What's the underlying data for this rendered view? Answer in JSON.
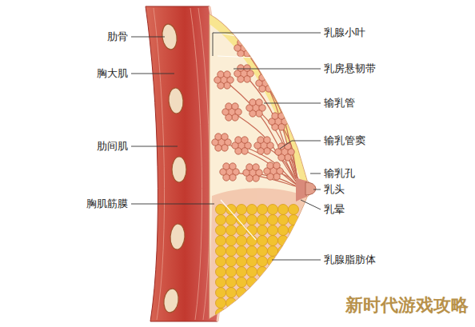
{
  "diagram": {
    "labels": [
      "肋骨",
      "胸大肌",
      "肋间肌",
      "胸肌筋膜",
      "乳腺小叶",
      "乳房悬韧带",
      "输乳管",
      "输乳管窦",
      "输乳孔",
      "乳头",
      "乳晕",
      "乳腺脂肪体",
      "新时代游戏攻略"
    ]
  }
}
